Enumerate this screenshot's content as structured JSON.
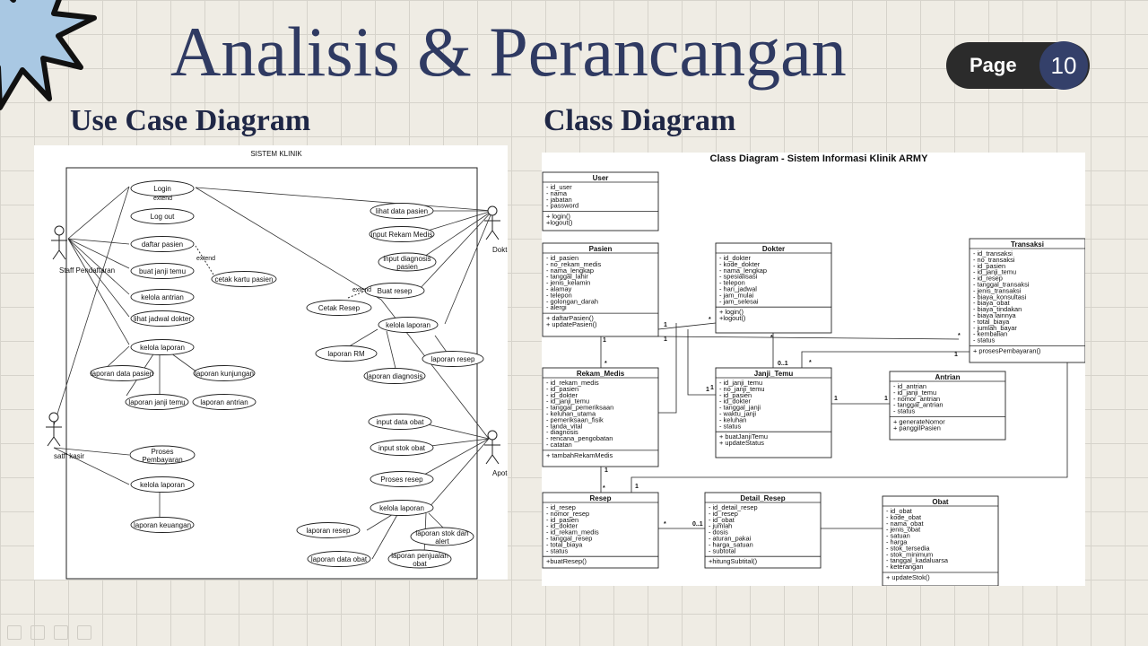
{
  "slide": {
    "title": "Analisis & Perancangan",
    "page_label": "Page",
    "page_number": "10",
    "left_subtitle": "Use Case Diagram",
    "right_subtitle": "Class Diagram"
  },
  "use_case": {
    "system_label": "SISTEM KLINIK",
    "actors": [
      "Staff Pendaftaran",
      "satff kasir",
      "Dokter",
      "Apoteker"
    ],
    "use_cases": [
      "Login",
      "Log out",
      "daftar pasien",
      "buat janji temu",
      "kelola antrian",
      "lihat jadwal dokter",
      "kelola laporan",
      "laporan data pasien",
      "laporan kunjungan",
      "laporan janji temu",
      "laporan antrian",
      "cetak kartu pasien",
      "Proses",
      "Pembayaran",
      "kelola laporan",
      "laporan keuangan",
      "lihat data pasien",
      "input Rekam Medis",
      "input diagnosis",
      "pasien",
      "Buat resep",
      "Cetak Resep",
      "kelola laporan",
      "laporan RM",
      "laporan diagnosis",
      "laporan resep",
      "input  data obat",
      "input stok obat",
      "Proses resep",
      "kelola laporan",
      "laporan resep",
      "laporan data obat",
      "laporan stok dan",
      "alert",
      "laporan penjualan",
      "obat"
    ],
    "relations": [
      "extend",
      "extend",
      "extend"
    ]
  },
  "class_diagram": {
    "title": "Class Diagram -  Sistem Informasi Klinik ARMY",
    "classes": [
      {
        "name": "User",
        "attributes": [
          "- id_user",
          "- nama",
          "- jabatan",
          "- password"
        ],
        "methods": [
          "+ login()",
          "+logout()"
        ]
      },
      {
        "name": "Pasien",
        "attributes": [
          "- id_pasien",
          "- no_rekam_medis",
          "- nama_lengkap",
          "- tanggal_lahir",
          "- jenis_kelamin",
          "- alamay",
          "- telepon",
          "- golongan_darah",
          "- alergi"
        ],
        "methods": [
          "+ daftarPasien()",
          "+ updatePasien()"
        ]
      },
      {
        "name": "Dokter",
        "attributes": [
          "- id_dokter",
          "- kode_dokter",
          "- nama_lengkap",
          "- spesialisasi",
          "- telepon",
          "- hari_jadwal",
          "- jam_mulai",
          "- jam_selesai"
        ],
        "methods": [
          "+ login()",
          "+logout()"
        ]
      },
      {
        "name": "Transaksi",
        "attributes": [
          "- id_transaksi",
          "- no_transaksi",
          "- id_pasien",
          "- id_janji_temu",
          "- id_resep",
          "- tanggal_transaksi",
          "- jenis_transaksi",
          "- biaya_konsultasi",
          "- biaya_obat",
          "- biaya_tindakan",
          "- biaya lainnya",
          "- total_biaya",
          "- jumlah_bayar",
          "- kembalian",
          "- status"
        ],
        "methods": [
          "+ prosesPembayaran()"
        ]
      },
      {
        "name": "Rekam_Medis",
        "attributes": [
          "- id_rekam_medis",
          "- id_pasien",
          "- id_dokter",
          "- id_janji_temu",
          "- tanggal_pemeriksaan",
          "- keluhan_utama",
          "- pemeriksaan_fisik",
          "- tanda_vital",
          "- diagnosis",
          "- rencana_pengobatan",
          "- catatan"
        ],
        "methods": [
          "+ tambahRekamMedis"
        ]
      },
      {
        "name": "Janji_Temu",
        "attributes": [
          "- id_janji_temu",
          "- no_janji_temu",
          "- id_pasien",
          "- id_dokter",
          "- tanggal_janji",
          "- waktu_janji",
          "- keluhan",
          "- status"
        ],
        "methods": [
          "+ buatJanjiTemu",
          "+ updateStatus"
        ]
      },
      {
        "name": "Antrian",
        "attributes": [
          "- id_antrian",
          "- id_janji_temu",
          "- nomor_antrian",
          "- tanggal_antrian",
          "- status"
        ],
        "methods": [
          "+ generateNomor",
          "+ panggilPasien"
        ]
      },
      {
        "name": "Resep",
        "attributes": [
          "- id_resep",
          "- nomor_resep",
          "- id_pasien",
          "- id_dokter",
          "- id_rekam_medis",
          "- tanggal_resep",
          "- total_biaya",
          "- status"
        ],
        "methods": [
          "+buatResep()"
        ]
      },
      {
        "name": "Detail_Resep",
        "attributes": [
          "- id_detail_resep",
          "- id_resep",
          "- id_obat",
          "- jumlah",
          "- dosis",
          "- aturan_pakai",
          "- harga_satuan",
          "- subtotal"
        ],
        "methods": [
          "+hitungSubtital()"
        ]
      },
      {
        "name": "Obat",
        "attributes": [
          "- id_obat",
          "- kode_obat",
          "- nama_obat",
          "- jenis_obat",
          "- satuan",
          "- harga",
          "- stok_tersedia",
          "- stok_minimum",
          "- tanggal_kadaluarsa",
          "- keterangan"
        ],
        "methods": [
          "+ updateStok()"
        ]
      }
    ],
    "multiplicities": [
      "1",
      "*",
      "1",
      "*",
      "1",
      "*",
      "1",
      "1",
      "*",
      "0..1",
      "1",
      "*",
      "1",
      "1",
      "1",
      "*",
      "1",
      "*",
      "0..1"
    ]
  }
}
